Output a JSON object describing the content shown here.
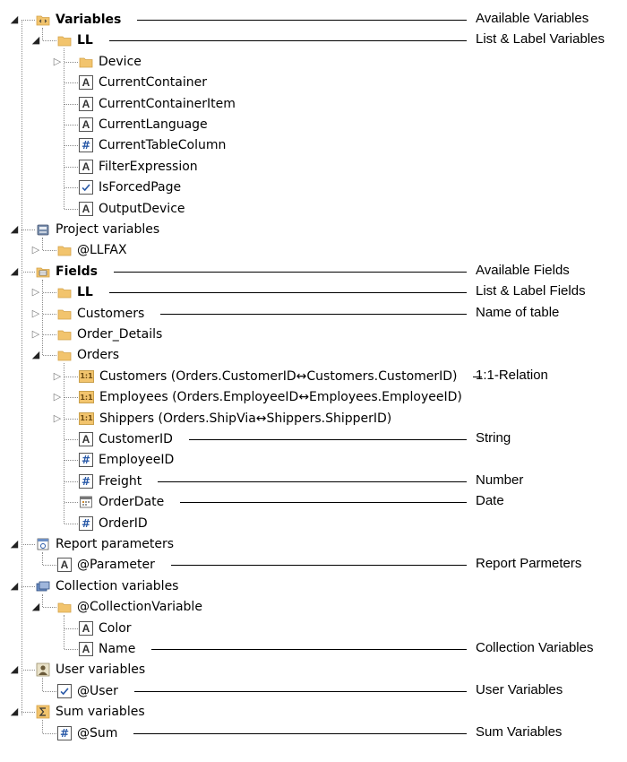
{
  "tree": [
    {
      "id": "variables",
      "label": "Variables",
      "icon": "variables-icon",
      "state": "open",
      "bold": true,
      "level": 0
    },
    {
      "id": "ll-variables",
      "label": "LL",
      "icon": "folder-icon",
      "state": "open",
      "bold": true,
      "level": 1
    },
    {
      "id": "device",
      "label": "Device",
      "icon": "folder-icon",
      "state": "closed",
      "bold": false,
      "level": 2
    },
    {
      "id": "current-container",
      "label": "CurrentContainer",
      "icon": "string-icon",
      "state": "leaf",
      "bold": false,
      "level": 2
    },
    {
      "id": "current-container-item",
      "label": "CurrentContainerItem",
      "icon": "string-icon",
      "state": "leaf",
      "bold": false,
      "level": 2
    },
    {
      "id": "current-language",
      "label": "CurrentLanguage",
      "icon": "string-icon",
      "state": "leaf",
      "bold": false,
      "level": 2
    },
    {
      "id": "current-table-column",
      "label": "CurrentTableColumn",
      "icon": "number-icon",
      "state": "leaf",
      "bold": false,
      "level": 2
    },
    {
      "id": "filter-expression",
      "label": "FilterExpression",
      "icon": "string-icon",
      "state": "leaf",
      "bold": false,
      "level": 2
    },
    {
      "id": "is-forced-page",
      "label": "IsForcedPage",
      "icon": "boolean-icon",
      "state": "leaf",
      "bold": false,
      "level": 2
    },
    {
      "id": "output-device",
      "label": "OutputDevice",
      "icon": "string-icon",
      "state": "leaf",
      "bold": false,
      "level": 2
    },
    {
      "id": "project-variables",
      "label": "Project variables",
      "icon": "project-icon",
      "state": "open",
      "bold": false,
      "level": 0
    },
    {
      "id": "llfax",
      "label": "@LLFAX",
      "icon": "folder-icon",
      "state": "closed",
      "bold": false,
      "level": 1
    },
    {
      "id": "fields",
      "label": "Fields",
      "icon": "fields-icon",
      "state": "open",
      "bold": true,
      "level": 0
    },
    {
      "id": "ll-fields",
      "label": "LL",
      "icon": "folder-icon",
      "state": "closed",
      "bold": true,
      "level": 1
    },
    {
      "id": "customers",
      "label": "Customers",
      "icon": "folder-icon",
      "state": "closed",
      "bold": false,
      "level": 1
    },
    {
      "id": "order-details",
      "label": "Order_Details",
      "icon": "folder-icon",
      "state": "closed",
      "bold": false,
      "level": 1
    },
    {
      "id": "orders",
      "label": "Orders",
      "icon": "folder-icon",
      "state": "open",
      "bold": false,
      "level": 1
    },
    {
      "id": "rel-customers",
      "label": "Customers (Orders.CustomerID↔Customers.CustomerID)",
      "icon": "relation-icon",
      "state": "closed",
      "bold": false,
      "level": 2
    },
    {
      "id": "rel-employees",
      "label": "Employees (Orders.EmployeeID↔Employees.EmployeeID)",
      "icon": "relation-icon",
      "state": "closed",
      "bold": false,
      "level": 2
    },
    {
      "id": "rel-shippers",
      "label": "Shippers (Orders.ShipVia↔Shippers.ShipperID)",
      "icon": "relation-icon",
      "state": "closed",
      "bold": false,
      "level": 2
    },
    {
      "id": "customer-id",
      "label": "CustomerID",
      "icon": "string-icon",
      "state": "leaf",
      "bold": false,
      "level": 2
    },
    {
      "id": "employee-id",
      "label": "EmployeeID",
      "icon": "number-icon",
      "state": "leaf",
      "bold": false,
      "level": 2
    },
    {
      "id": "freight",
      "label": "Freight",
      "icon": "number-icon",
      "state": "leaf",
      "bold": false,
      "level": 2
    },
    {
      "id": "order-date",
      "label": "OrderDate",
      "icon": "date-icon",
      "state": "leaf",
      "bold": false,
      "level": 2
    },
    {
      "id": "order-id",
      "label": "OrderID",
      "icon": "number-icon",
      "state": "leaf",
      "bold": false,
      "level": 2
    },
    {
      "id": "report-parameters",
      "label": "Report parameters",
      "icon": "report-parameters-icon",
      "state": "open",
      "bold": false,
      "level": 0
    },
    {
      "id": "parameter",
      "label": "@Parameter",
      "icon": "string-icon",
      "state": "leaf",
      "bold": false,
      "level": 1
    },
    {
      "id": "collection-variables",
      "label": "Collection variables",
      "icon": "collection-icon",
      "state": "open",
      "bold": false,
      "level": 0
    },
    {
      "id": "collection-variable",
      "label": "@CollectionVariable",
      "icon": "folder-icon",
      "state": "open",
      "bold": false,
      "level": 1
    },
    {
      "id": "color",
      "label": "Color",
      "icon": "string-icon",
      "state": "leaf",
      "bold": false,
      "level": 2
    },
    {
      "id": "name",
      "label": "Name",
      "icon": "string-icon",
      "state": "leaf",
      "bold": false,
      "level": 2
    },
    {
      "id": "user-variables",
      "label": "User variables",
      "icon": "user-icon",
      "state": "open",
      "bold": false,
      "level": 0
    },
    {
      "id": "user",
      "label": "@User",
      "icon": "boolean-icon",
      "state": "leaf",
      "bold": false,
      "level": 1
    },
    {
      "id": "sum-variables",
      "label": "Sum variables",
      "icon": "sum-icon",
      "state": "open",
      "bold": false,
      "level": 0
    },
    {
      "id": "sum",
      "label": "@Sum",
      "icon": "number-icon",
      "state": "leaf",
      "bold": false,
      "level": 1
    }
  ],
  "callouts": [
    {
      "id": "available-variables",
      "target": "variables",
      "text": "Available Variables"
    },
    {
      "id": "list-label-variables",
      "target": "ll-variables",
      "text": "List & Label Variables"
    },
    {
      "id": "available-fields",
      "target": "fields",
      "text": "Available Fields"
    },
    {
      "id": "list-label-fields",
      "target": "ll-fields",
      "text": "List & Label Fields"
    },
    {
      "id": "name-of-table",
      "target": "customers",
      "text": "Name of table"
    },
    {
      "id": "one-to-one-relation",
      "target": "rel-customers",
      "text": "1:1-Relation"
    },
    {
      "id": "string",
      "target": "customer-id",
      "text": "String"
    },
    {
      "id": "number",
      "target": "freight",
      "text": "Number"
    },
    {
      "id": "date",
      "target": "order-date",
      "text": "Date"
    },
    {
      "id": "report-parmeters",
      "target": "parameter",
      "text": "Report Parmeters"
    },
    {
      "id": "collection-variables-note",
      "target": "name",
      "text": "Collection Variables"
    },
    {
      "id": "user-variables-note",
      "target": "user",
      "text": "User Variables"
    },
    {
      "id": "sum-variables-note",
      "target": "sum",
      "text": "Sum Variables"
    }
  ],
  "relation_badge": "1:1",
  "string_glyph": "A",
  "number_glyph": "#",
  "colors": {
    "folder": "#f2c46d",
    "folder_edge": "#d4a24a",
    "tree_line": "#8a8a8a",
    "number_accent": "#2a5aa8"
  }
}
